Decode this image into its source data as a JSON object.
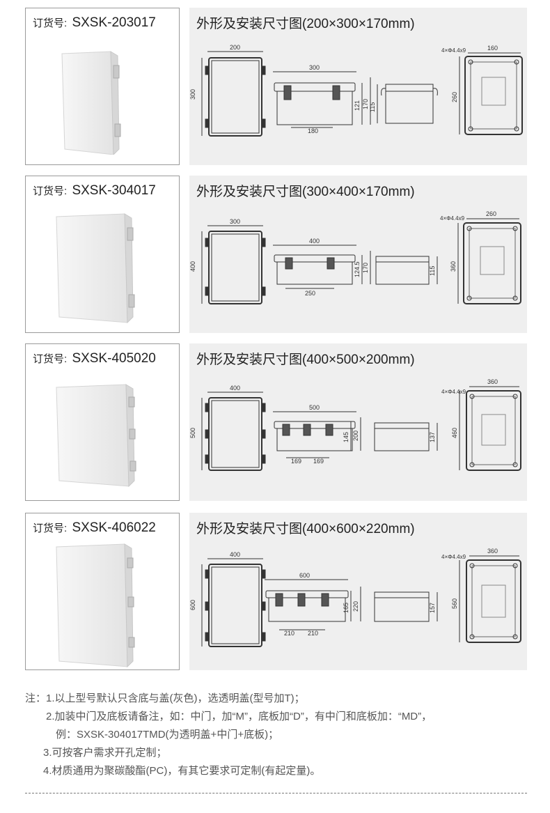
{
  "products": [
    {
      "order_label": "订货号:",
      "order_no": "SXSK-203017",
      "spec_title": "外形及安装尺寸图(200×300×170mm)",
      "dims": {
        "front_width": "200",
        "front_height": "300",
        "side_length": "300",
        "side_hinge_spacing": "180",
        "side_body_height": "121",
        "side_total_height": "170",
        "lid_height": "115",
        "mount_width": "160",
        "mount_height": "260",
        "hole_spec": "4×Φ4.4x9"
      }
    },
    {
      "order_label": "订货号:",
      "order_no": "SXSK-304017",
      "spec_title": "外形及安装尺寸图(300×400×170mm)",
      "dims": {
        "front_width": "300",
        "front_height": "400",
        "side_length": "400",
        "side_hinge_spacing": "250",
        "side_body_height": "124.5",
        "side_total_height": "170",
        "lid_height": "115",
        "mount_width": "260",
        "mount_height": "360",
        "hole_spec": "4×Φ4.4x9"
      }
    },
    {
      "order_label": "订货号:",
      "order_no": "SXSK-405020",
      "spec_title": "外形及安装尺寸图(400×500×200mm)",
      "dims": {
        "front_width": "400",
        "front_height": "500",
        "side_length": "500",
        "side_hinge_spacing_1": "169",
        "side_hinge_spacing_2": "169",
        "side_body_height": "145",
        "side_total_height": "200",
        "lid_height": "137",
        "mount_width": "360",
        "mount_height": "460",
        "hole_spec": "4×Φ4.4x9"
      }
    },
    {
      "order_label": "订货号:",
      "order_no": "SXSK-406022",
      "spec_title": "外形及安装尺寸图(400×600×220mm)",
      "dims": {
        "front_width": "400",
        "front_height": "600",
        "side_length": "600",
        "side_hinge_spacing_1": "210",
        "side_hinge_spacing_2": "210",
        "side_body_height": "165",
        "side_total_height": "220",
        "lid_height": "157",
        "mount_width": "360",
        "mount_height": "560",
        "hole_spec": "4×Φ4.4x9"
      }
    }
  ],
  "notes": [
    "注：1.以上型号默认只含底与盖(灰色)，选透明盖(型号加T)；",
    "2.加装中门及底板请备注，如：中门，加“M”，底板加“D”，有中门和底板加：“MD”，",
    "例：SXSK-304017TMD(为透明盖+中门+底板)；",
    "3.可按客户需求开孔定制；",
    "4.材质通用为聚碳酸酯(PC)，有其它要求可定制(有起定量)。"
  ],
  "colors": {
    "panel_bg": "#efefef",
    "border": "#9a9a9a",
    "line": "#333333"
  }
}
